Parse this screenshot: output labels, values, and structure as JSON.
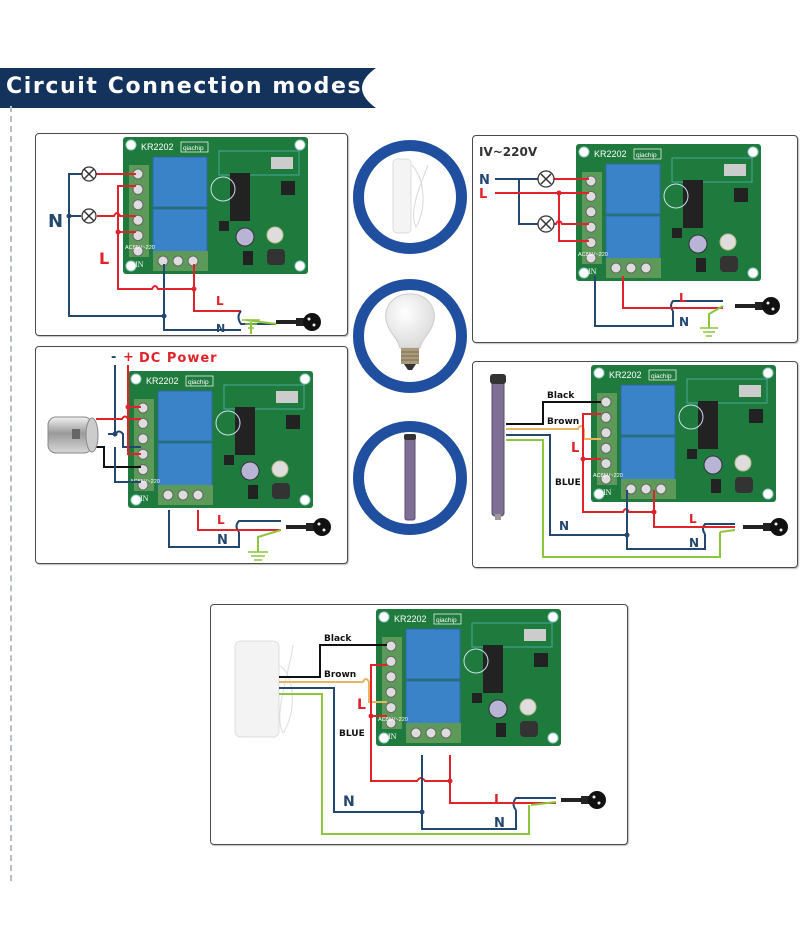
{
  "header": {
    "title": "Circuit Connection modes",
    "banner_color": "#13335c"
  },
  "colors": {
    "live": "#e0232a",
    "neutral": "#24476f",
    "earth": "#8cc63f",
    "black_wire": "#111111",
    "brown_wire": "#e6b462",
    "ring": "#1f4f9e",
    "pcb": "#1f7a3d",
    "relay": "#3b83c8",
    "terminal": "#5d9a5a"
  },
  "board": {
    "model": "KR2202",
    "brand": "qiachip",
    "input_label": "IN",
    "voltage_label": "AC85V~220"
  },
  "panels": [
    {
      "id": "lamps-common",
      "labels": {
        "neutral_big": "N",
        "live_big": "L",
        "live_plug": "L",
        "neutral_plug": "N"
      }
    },
    {
      "id": "lamps-separate",
      "labels": {
        "voltage": "IV~220V",
        "neutral_in": "N",
        "live_in": "L",
        "live_plug": "L",
        "neutral_plug": "N"
      }
    },
    {
      "id": "dc-motor",
      "labels": {
        "minus": "-",
        "plus": "+",
        "dc_power": "DC Power",
        "live_plug": "L",
        "neutral_plug": "N"
      }
    },
    {
      "id": "tubular-motor",
      "labels": {
        "black": "Black",
        "brown": "Brown",
        "blue": "BLUE",
        "live": "L",
        "neutral_motor": "N",
        "live_plug": "L",
        "neutral_plug": "N"
      }
    },
    {
      "id": "curtain-motor",
      "labels": {
        "black": "Black",
        "brown": "Brown",
        "blue": "BLUE",
        "live": "L",
        "neutral_motor": "N",
        "live_plug": "L",
        "neutral_plug": "N"
      }
    }
  ],
  "devices": [
    {
      "name": "curtain-motor"
    },
    {
      "name": "light-bulb"
    },
    {
      "name": "tubular-motor"
    }
  ]
}
